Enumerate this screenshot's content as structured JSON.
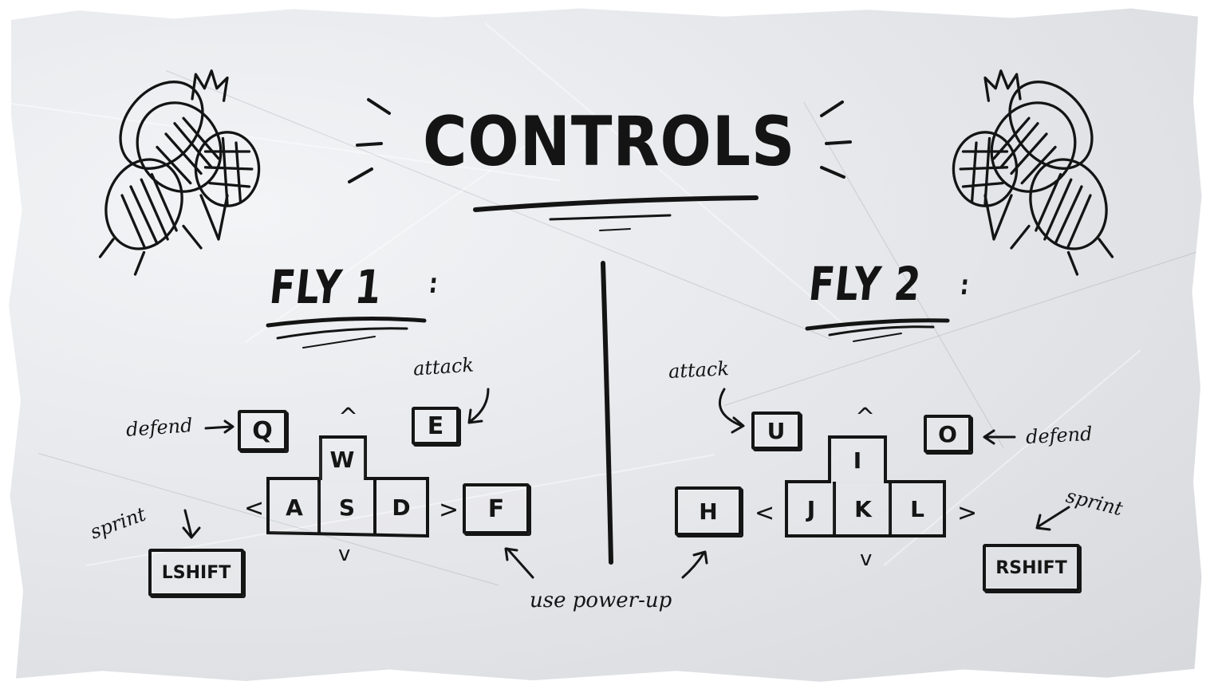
{
  "title": "CONTROLS",
  "divider": "",
  "player1": {
    "heading": "FLY 1",
    "colon": ":",
    "notes": {
      "attack": "attack",
      "defend": "defend",
      "sprint": "sprint"
    },
    "keys": {
      "defend": "Q",
      "attack": "E",
      "up": "W",
      "left": "A",
      "down": "S",
      "right": "D",
      "power": "F",
      "sprint": "LSHIFT"
    },
    "arrows": {
      "up": "^",
      "left": "<",
      "right": ">",
      "down": "v"
    }
  },
  "player2": {
    "heading": "FLY 2",
    "colon": ":",
    "notes": {
      "attack": "attack",
      "defend": "defend",
      "sprint": "sprint"
    },
    "keys": {
      "attack": "U",
      "defend": "O",
      "up": "I",
      "left": "J",
      "down": "K",
      "right": "L",
      "power": "H",
      "sprint": "RSHIFT"
    },
    "arrows": {
      "up": "^",
      "left": "<",
      "right": ">",
      "down": "v"
    }
  },
  "shared_note": "use power-up",
  "icons": [
    "fly-doodle-icon",
    "crown-icon",
    "arrow-icon",
    "emphasis-lines-icon"
  ],
  "colors": {
    "ink": "#141414",
    "paper": "#e4e6ea"
  }
}
